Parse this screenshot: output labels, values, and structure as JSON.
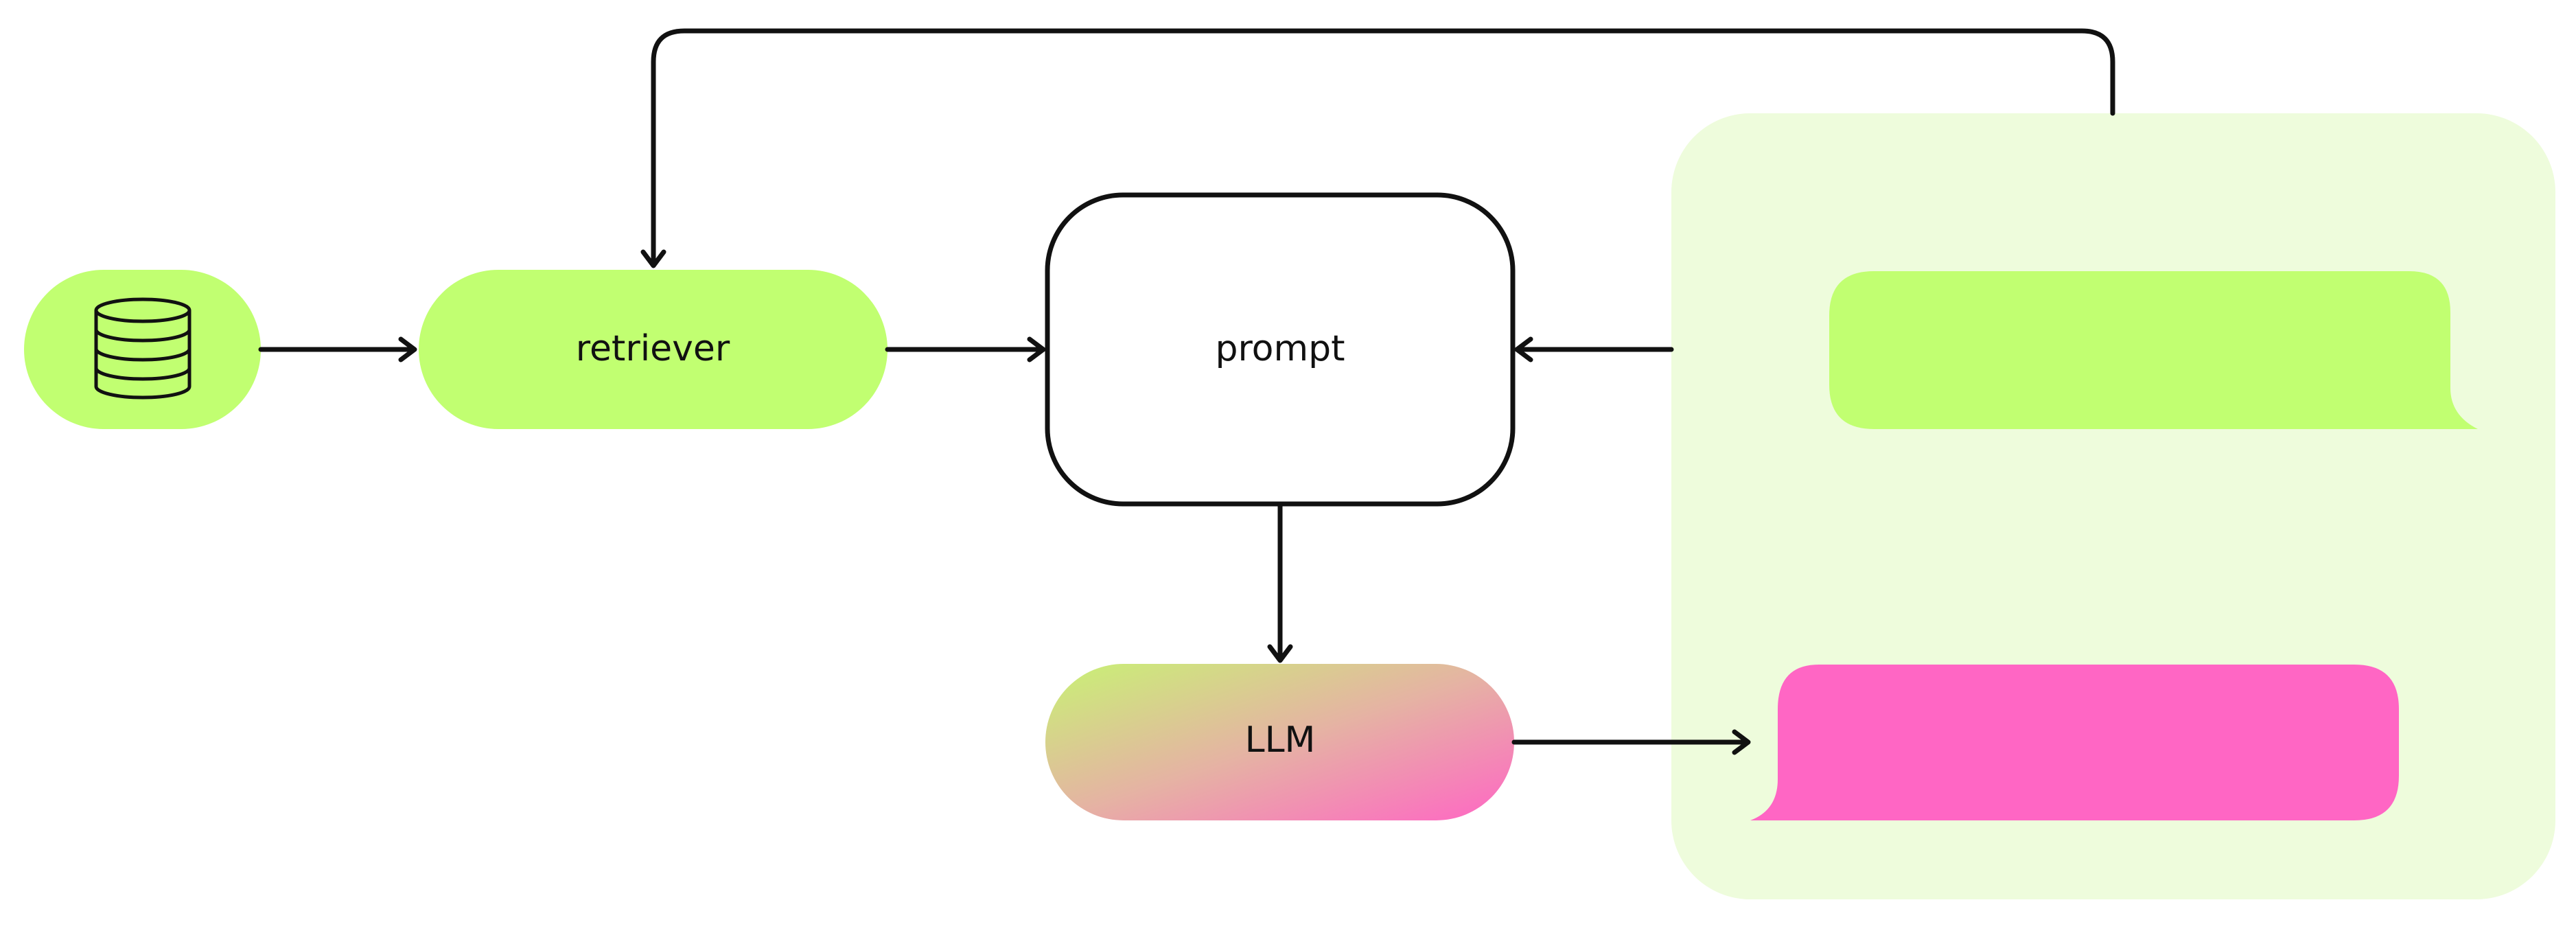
{
  "nodes": {
    "database": {
      "icon": "database-icon"
    },
    "retriever": {
      "label": "retriever"
    },
    "prompt": {
      "label": "prompt"
    },
    "llm": {
      "label": "LLM"
    },
    "chat_panel": {
      "icon": "chat-panel"
    }
  },
  "colors": {
    "green": "#c1ff71",
    "light_green_panel": "#eefcdc",
    "pink": "#ff66c4",
    "stroke": "#111111",
    "white": "#ffffff"
  }
}
